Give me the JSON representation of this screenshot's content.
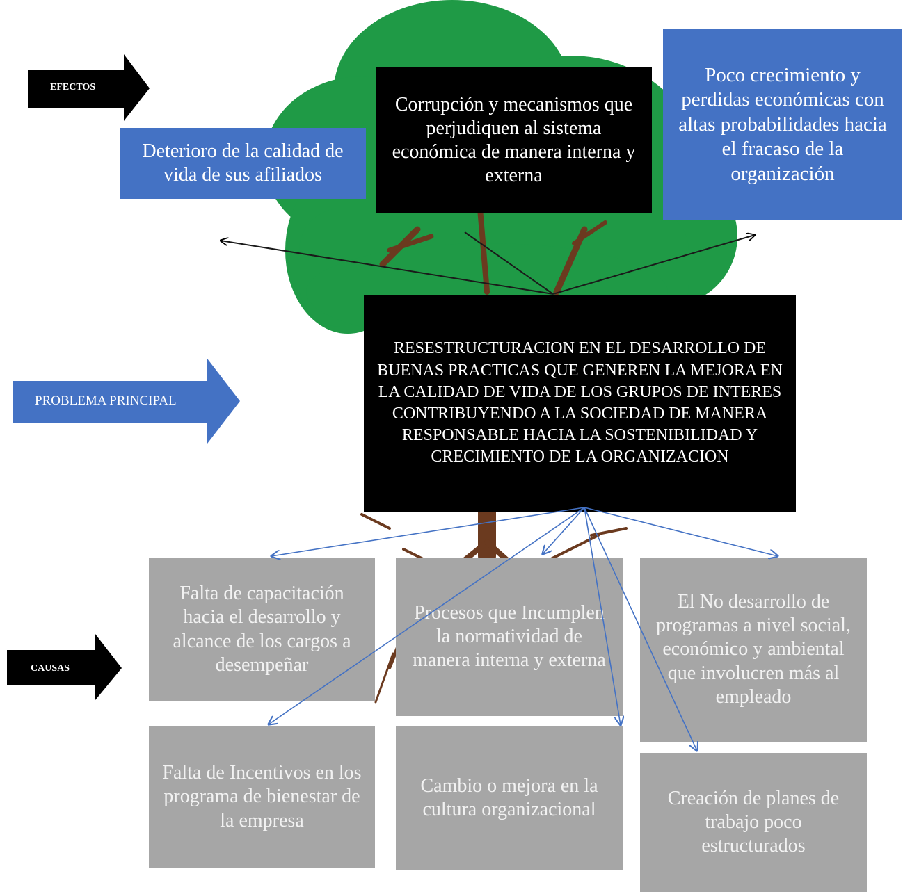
{
  "labels": {
    "effects": "EFECTOS",
    "main_problem": "PROBLEMA PRINCIPAL",
    "causes": "CAUSAS"
  },
  "effects": [
    "Deterioro de la calidad de vida de sus afiliados",
    "Corrupción y mecanismos que perjudiquen al sistema económica de manera interna y externa",
    "Poco crecimiento y perdidas económicas con altas probabilidades hacia el fracaso de la organización"
  ],
  "problem": "RESESTRUCTURACION EN EL  DESARROLLO DE BUENAS PRACTICAS QUE GENEREN LA MEJORA EN LA CALIDAD DE VIDA DE LOS GRUPOS DE INTERES CONTRIBUYENDO A LA SOCIEDAD DE MANERA RESPONSABLE  HACIA  LA SOSTENIBILIDAD Y CRECIMIENTO DE LA ORGANIZACION",
  "causes": [
    "Falta de capacitación hacia el desarrollo y alcance de los cargos a desempeñar",
    "Procesos que Incumplen la normatividad de manera interna y externa",
    "El No desarrollo de programas a nivel social, económico y  ambiental que involucren más al empleado",
    "Falta de Incentivos en los programa de bienestar de la empresa",
    "Cambio o mejora en la cultura organizacional",
    "Creación de planes de trabajo poco estructurados"
  ],
  "colors": {
    "blue": "#4472c4",
    "black": "#000000",
    "gray": "#a6a6a6",
    "tree_green": "#1f9a46",
    "trunk_brown": "#6b3a1f",
    "connector_blue": "#4472c4"
  }
}
